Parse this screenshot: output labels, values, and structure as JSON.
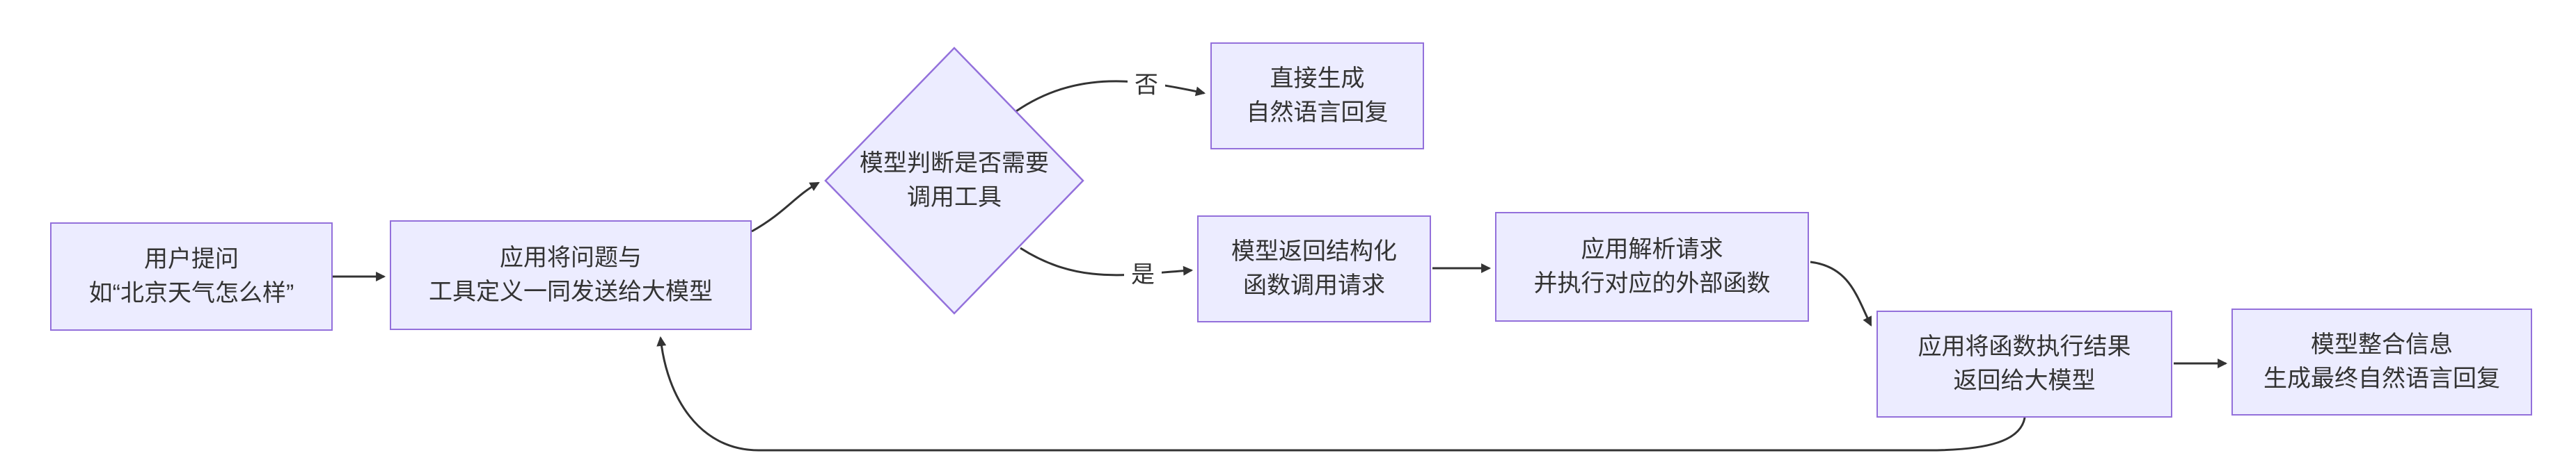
{
  "diagram": {
    "title": "LLM tool-calling flowchart",
    "colors": {
      "node_fill": "#ECECFF",
      "node_border": "#9370DB",
      "edge": "#333333",
      "text": "#333333"
    },
    "nodes": {
      "user_question": {
        "line1": "用户提问",
        "line2": "如“北京天气怎么样”"
      },
      "send_to_model": {
        "line1": "应用将问题与",
        "line2": "工具定义一同发送给大模型"
      },
      "decision": {
        "line1": "模型判断是否需要",
        "line2": "调用工具"
      },
      "direct_reply": {
        "line1": "直接生成",
        "line2": "自然语言回复"
      },
      "structured_request": {
        "line1": "模型返回结构化",
        "line2": "函数调用请求"
      },
      "parse_execute": {
        "line1": "应用解析请求",
        "line2": "并执行对应的外部函数"
      },
      "return_result": {
        "line1": "应用将函数执行结果",
        "line2": "返回给大模型"
      },
      "final_reply": {
        "line1": "模型整合信息",
        "line2": "生成最终自然语言回复"
      }
    },
    "edges": [
      {
        "from": "user_question",
        "to": "send_to_model",
        "label": ""
      },
      {
        "from": "send_to_model",
        "to": "decision",
        "label": ""
      },
      {
        "from": "decision",
        "to": "direct_reply",
        "label": "否"
      },
      {
        "from": "decision",
        "to": "structured_request",
        "label": "是"
      },
      {
        "from": "structured_request",
        "to": "parse_execute",
        "label": ""
      },
      {
        "from": "parse_execute",
        "to": "return_result",
        "label": ""
      },
      {
        "from": "return_result",
        "to": "final_reply",
        "label": ""
      },
      {
        "from": "return_result",
        "to": "send_to_model",
        "label": ""
      }
    ]
  }
}
